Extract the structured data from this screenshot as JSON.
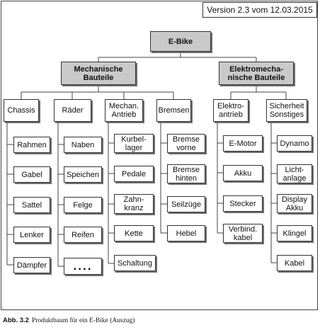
{
  "version": "Version 2.3 vom 12.03.2015",
  "root": "E-Bike",
  "groups": {
    "mechanisch": "Mechanische\nBauteile",
    "elektro": "Elektromecha-\nnische Bauteile"
  },
  "categories": {
    "chassis": "Chassis",
    "raeder": "Räder",
    "antrieb": "Mechan.\nAntrieb",
    "bremsen": "Bremsen",
    "elektroantrieb": "Elektro-\nantrieb",
    "sicherheit": "Sicherheit\nSonstiges"
  },
  "items": {
    "chassis": [
      "Rahmen",
      "Gabel",
      "Sattel",
      "Lenker",
      "Dämpfer"
    ],
    "raeder": [
      "Naben",
      "Speichen",
      "Felge",
      "Reifen",
      "...."
    ],
    "antrieb": [
      "Kurbel-\nlager",
      "Pedale",
      "Zahn-\nkranz",
      "Kette",
      "Schaltung"
    ],
    "bremsen": [
      "Bremse\nvorne",
      "Bremse\nhinten",
      "Seilzüge",
      "Hebel"
    ],
    "elektroantrieb": [
      "E-Motor",
      "Akku",
      "Stecker",
      "Verbind.\nkabel"
    ],
    "sicherheit": [
      "Dynamo",
      "Licht-\nanlage",
      "Display\nAkku",
      "Klingel",
      "Kabel"
    ]
  },
  "caption": {
    "label": "Abb. 3.2",
    "text": "Produktbaum für ein E-Bike (Auszug)"
  }
}
